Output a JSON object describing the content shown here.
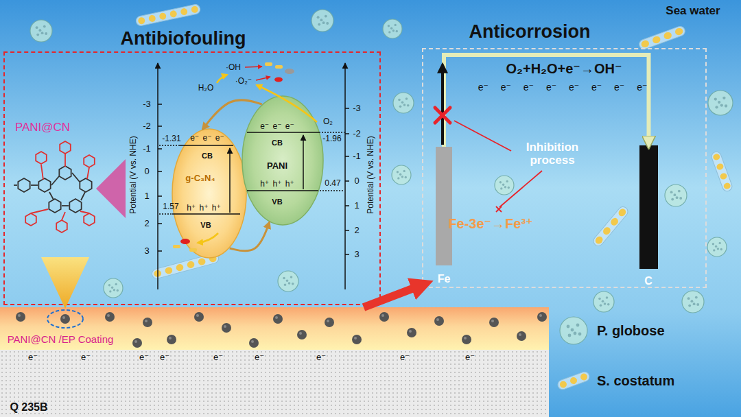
{
  "diagram": {
    "nodes": [
      {
        "text": [
          "Antibiofouling"
        ]
      },
      {
        "text": [
          "e⁻ e⁻ e⁻",
          "CB",
          "g-C₃N₄",
          "h⁺ h⁺ h⁺",
          "VB"
        ],
        "in": 0
      },
      {
        "text": [
          "e⁻ e⁻ e⁻",
          "CB",
          "PANI",
          "h⁺ h⁺ h⁺",
          "VB"
        ],
        "in": 0
      },
      {
        "text": [
          "Anticorrosion"
        ]
      },
      {
        "text": [
          "Fe"
        ],
        "in": 3
      },
      {
        "text": [
          "C"
        ],
        "in": 3
      },
      {
        "text": [
          "PANI@CN /EP Coating"
        ]
      },
      {
        "text": [
          "Q 235B"
        ]
      }
    ],
    "edges": [
      {
        "from": 2,
        "to": 1,
        "arrow": "to"
      },
      {
        "from": 1,
        "to": 2,
        "arrow": "to"
      },
      {
        "from": 4,
        "to": 5,
        "arrow": "to"
      },
      {
        "from": 6,
        "to": 3,
        "arrow": "to"
      }
    ],
    "labels": [
      "Sea water",
      "PANI@CN",
      "Potential (V vs. NHE)",
      "-3",
      "-2",
      "-1",
      "0",
      "1",
      "2",
      "3",
      "-1.31",
      "1.57",
      "Potential (V vs. NHE)",
      "-3",
      "-2",
      "-1",
      "0",
      "1",
      "2",
      "3",
      "-1.96",
      "0.47",
      "·OH",
      "H₂O",
      "·O₂⁻",
      "O₂",
      "O₂+H₂O+e⁻→OH⁻",
      "e⁻ e⁻ e⁻ e⁻ e⁻ e⁻ e⁻ e⁻",
      "Inhibition process",
      "Fe-3e⁻→Fe³⁺",
      "e⁻",
      "e⁻",
      "e⁻",
      "e⁻",
      "e⁻",
      "e⁻",
      "e⁻",
      "e⁻",
      "e⁻"
    ],
    "legend": [
      {
        "text": "P. globose"
      },
      {
        "text": "S. costatum"
      }
    ]
  }
}
